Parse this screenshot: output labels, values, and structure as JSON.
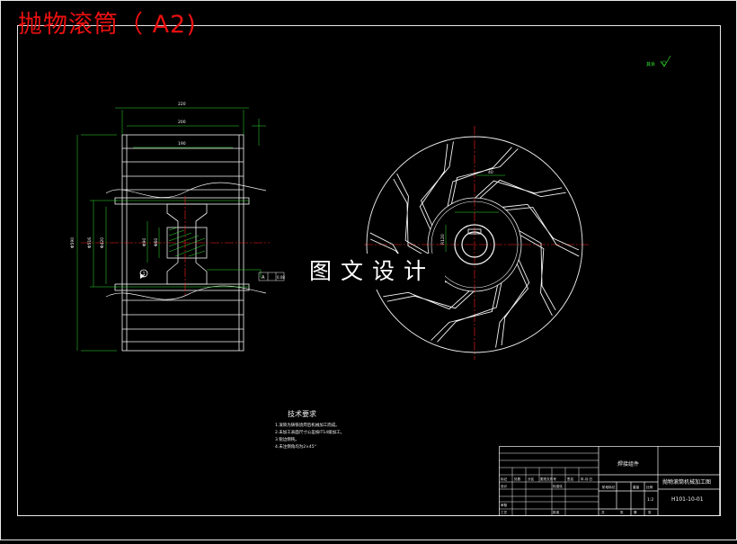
{
  "title": "抛物滚筒（  A2)",
  "watermark": "图文设计",
  "roughness_mark": "其余",
  "technical_requirements": {
    "title": "技术要求",
    "items": [
      "1.滚筒为铸铁烧焊后机械加工而成。",
      "2.未加工表面尺寸公差按IT14级加工。",
      "3.锐边倒钝。",
      "4.未注倒角均为2×45°"
    ]
  },
  "front_view": {
    "dimensions": [
      "220",
      "200",
      "190",
      "Φ590",
      "Φ516",
      "Φ420",
      "Φ90",
      "Φ60"
    ],
    "balloon": "1",
    "datum": "A",
    "tolerance": "0.08"
  },
  "side_view": {
    "dimensions": [
      "40",
      "R120"
    ]
  },
  "title_block": {
    "drawing_name": "抛物滚筒机械加工图",
    "material": "焊接组件",
    "drawing_number": "H101-10-01",
    "scale": "1:2",
    "labels": {
      "revision_row": [
        "标记",
        "处数",
        "分区",
        "更改文件号",
        "签名",
        "年.月.日"
      ],
      "design": "设计",
      "standardization": "标准化",
      "review": "审核",
      "process": "工艺",
      "approve": "批准",
      "stage_mark": "阶段标记",
      "weight": "重量",
      "scale_label": "比例",
      "sheets_total": "共",
      "sheet_of": "张",
      "sheet_no": "第"
    }
  },
  "colors": {
    "background": "#000000",
    "border": "#ffffff",
    "outline": "#f4f4f4",
    "dimension": "#30e030",
    "center_line": "#ff2020",
    "heading": "#e81010",
    "symbol": "#30e030"
  }
}
